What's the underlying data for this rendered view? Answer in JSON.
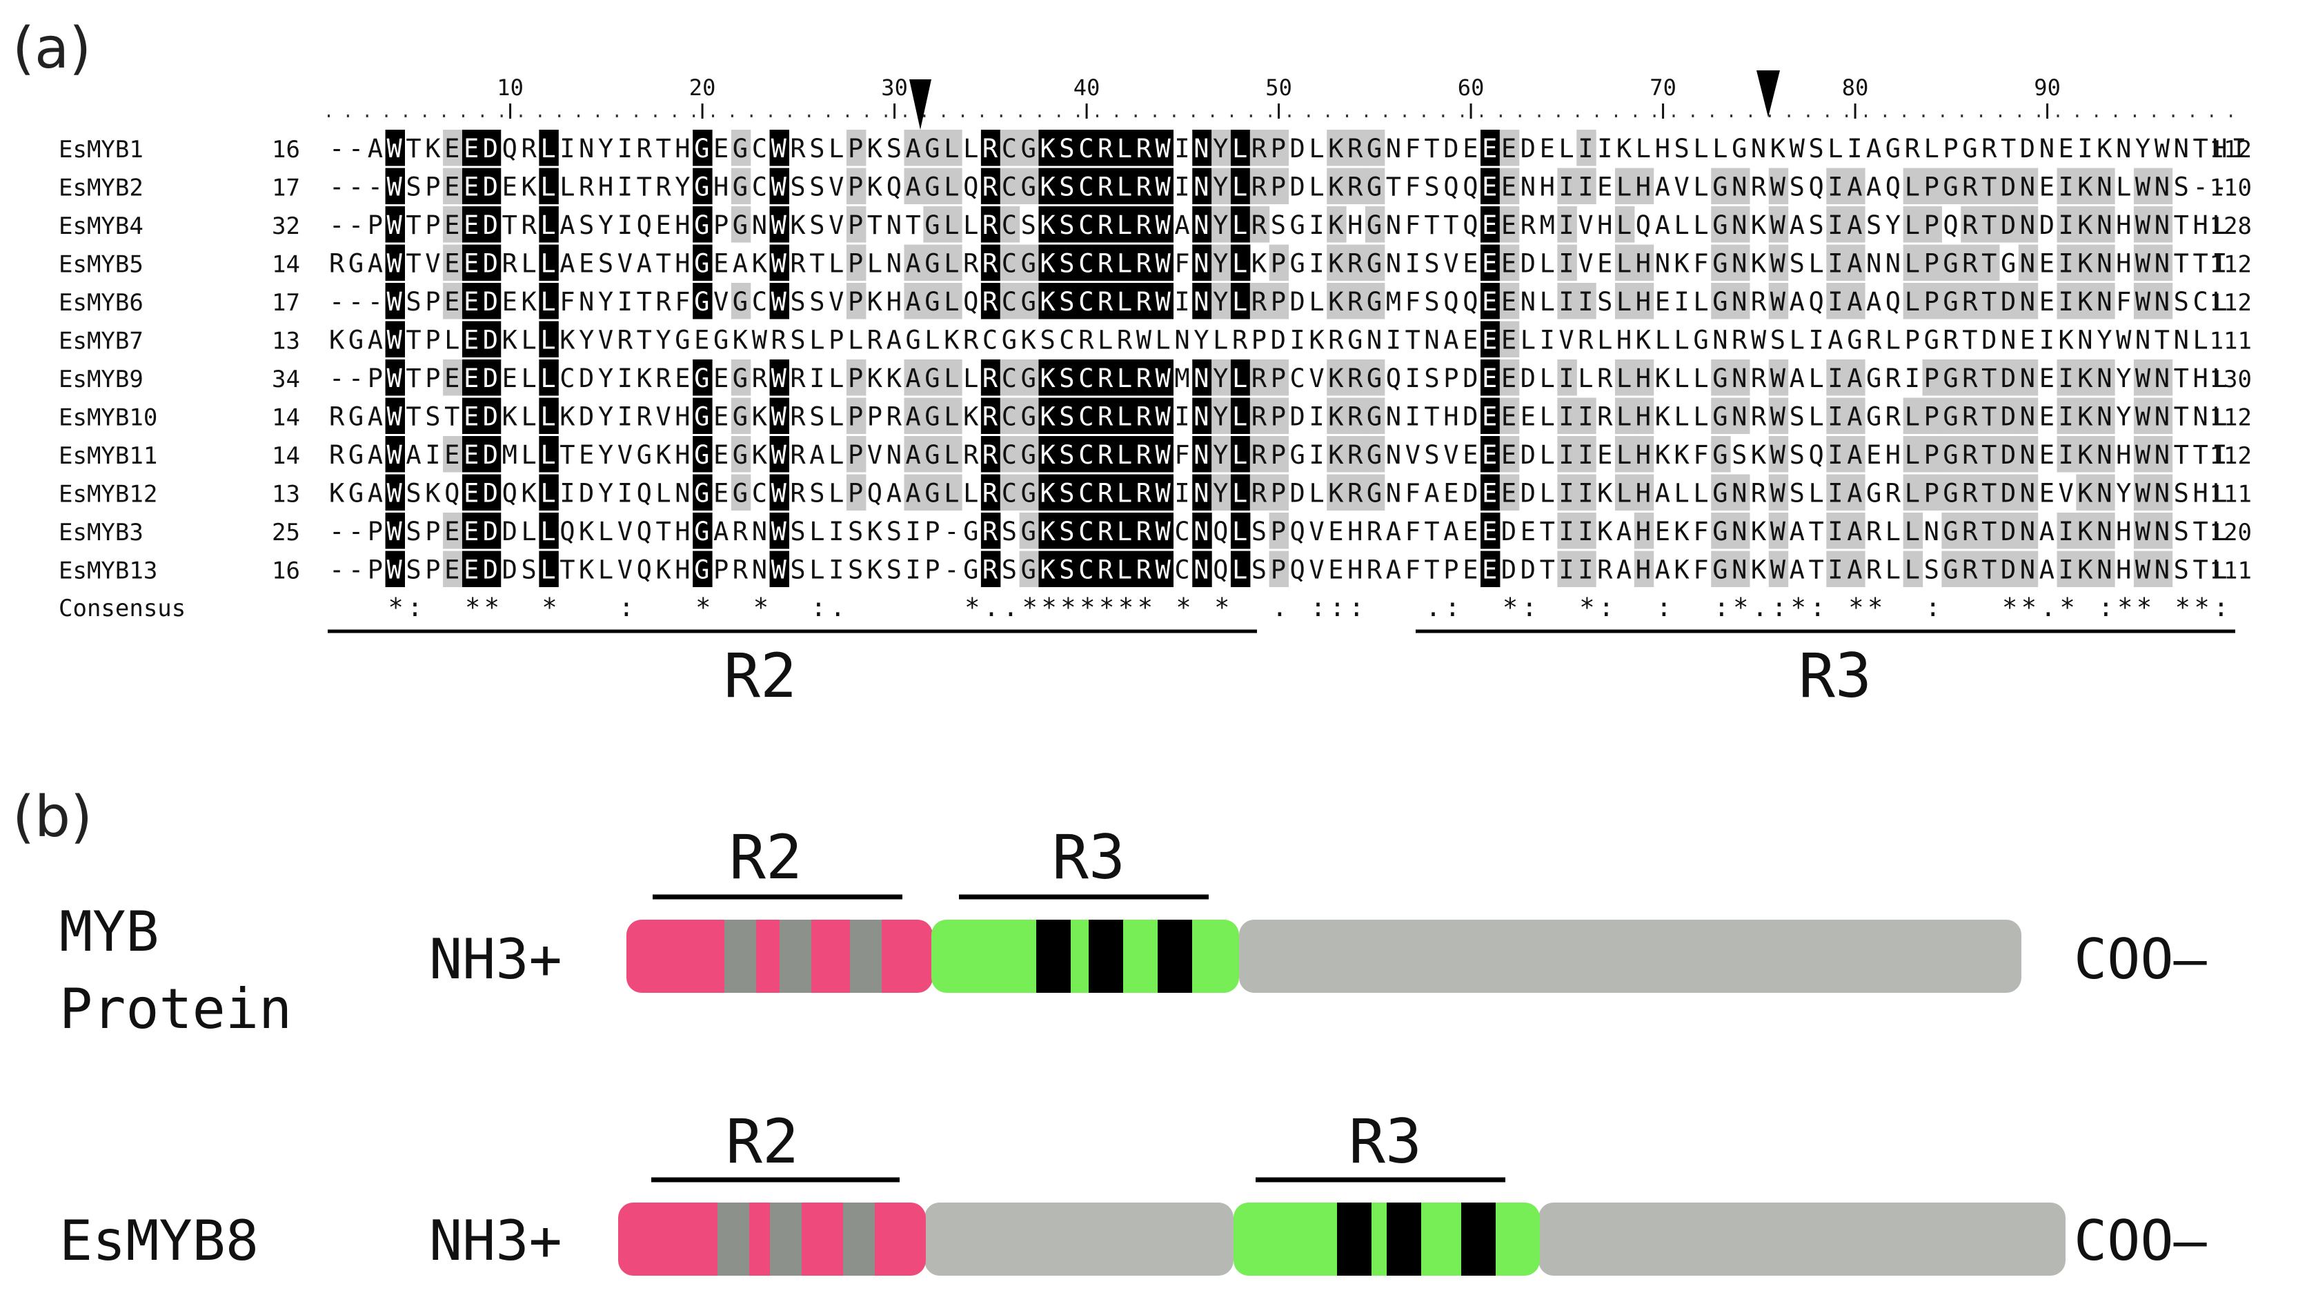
{
  "panel_a": {
    "label": "(a)",
    "ruler_ticks": [
      "10",
      "20",
      "30",
      "40",
      "50",
      "60",
      "70",
      "80",
      "90"
    ],
    "rows": [
      {
        "name": "EsMYB1",
        "start": "16",
        "seq": "--AWTKEEDQRLINYIRTHGEGCWRSLPKSAGLLRCGKSCRLRWINYLRPDLKRGNFTDEEEDELIIKLHSLLGNKWSLIAGRLPGRTDNEIKNYWNTHI",
        "end": "112"
      },
      {
        "name": "EsMYB2",
        "start": "17",
        "seq": "---WSPEEDEKLLRHITRYGHGCWSSVPKQAGLQRCGKSCRLRWINYLRPDLKRGTFSQQEENHIIELHAVLGNRWSQIAAQLPGRTDNEIKNLWNS--",
        "end": "110"
      },
      {
        "name": "EsMYB4",
        "start": "32",
        "seq": "--PWTPEEDTRLASYIQEHGPGNWKSVPTNTGLLRCSKSCRLRWANYLRSGIKHGNFTTQEERMIVHLQALLGNKWASIASYLPQRTDNDIKNHWNTHL",
        "end": "128"
      },
      {
        "name": "EsMYB5",
        "start": "14",
        "seq": "RGAWTVEEDRLLAESVATHGEAKWRTLPLNAGLRRCGKSCRLRWFNYLKPGIKRGNISVEEEDLIVELHNKFGNKWSLIANNLPGRTGNEIKNHWNTTI",
        "end": "112"
      },
      {
        "name": "EsMYB6",
        "start": "17",
        "seq": "---WSPEEDEKLFNYITRFGVGCWSSVPKHAGLQRCGKSCRLRWINYLRPDLKRGMFSQQEENLIISLHEILGNRWAQIAAQLPGRTDNEIKNFWNSCL",
        "end": "112"
      },
      {
        "name": "EsMYB7",
        "start": "13",
        "seq": "KGAWTPLEDKLLKYVRTYGEGKWRSLPLRAGLKRCGKSCRLRWLNYLRPDIKRGNITNAEEELIVRLHKLLGNRWSLIAGRLPGRTDNEIKNYWNTNL",
        "end": "111"
      },
      {
        "name": "EsMYB9",
        "start": "34",
        "seq": "--PWTPEEDELLCDYIKREGEGRWRILPKKAGLLRCGKSCRLRWMNYLRPCVKRGQISPDEEDLILRLHKLLGNRWALIAGRIPGRTDNEIKNYWNTHL",
        "end": "130"
      },
      {
        "name": "EsMYB10",
        "start": "14",
        "seq": "RGAWTSTEDKLLKDYIRVHGEGKWRSLPPRAGLKRCGKSCRLRWINYLRPDIKRGNITHDEEELIIRLHKLLGNRWSLIAGRLPGRTDNEIKNYWNTNL",
        "end": "112"
      },
      {
        "name": "EsMYB11",
        "start": "14",
        "seq": "RGAWAIEEDMLLTEYVGKHGEGKWRALPVNAGLRRCGKSCRLRWFNYLRPGIKRGNVSVEEEDLIIELHKKFGSKWSQIAEHLPGRTDNEIKNHWNTTI",
        "end": "112"
      },
      {
        "name": "EsMYB12",
        "start": "13",
        "seq": "KGAWSKQEDQKLIDYIQLNGEGCWRSLPQAAGLLRCGKSCRLRWINYLRPDLKRGNFAEDEEDLIIKLHALLGNRWSLIAGRLPGRTDNEVKNYWNSHL",
        "end": "111"
      },
      {
        "name": "EsMYB3",
        "start": "25",
        "seq": "--PWSPEEDDLLQKLVQTHGARNWSLISKSIP-GRSGKSCRLRWCNQLSPQVEHRAFTAEEDETIIKAHEKFGNKWATIARLLNGRTDNAIKNHWNSTL",
        "end": "120"
      },
      {
        "name": "EsMYB13",
        "start": "16",
        "seq": "--PWSPEEDDSLTKLVQKHGPRNWSLISKSIP-GRSGKSCRLRWCNQLSPQVEHRAFTPEEDDTIIRAHAKFGNKWATIARLLSGRTDNAIKNHWNSTL",
        "end": "111"
      }
    ],
    "consensus_label": "Consensus",
    "consensus": "   *:  **  *   :   *  *  :.      *..******* * *  . :::   .:  *:  *:  :  :*.:*: **  :   **.* :** **:  ",
    "region_r2": "R2",
    "region_r3": "R3"
  },
  "panel_b": {
    "label": "(b)",
    "proteins": [
      {
        "name_line1": "MYB",
        "name_line2": "Protein",
        "n_term": "NH3+",
        "c_term": "COO–",
        "r2": "R2",
        "r3": "R3"
      },
      {
        "name_line1": "EsMYB8",
        "name_line2": "",
        "n_term": "NH3+",
        "c_term": "COO–",
        "r2": "R2",
        "r3": "R3"
      }
    ]
  },
  "colors": {
    "r2_domain": "#ee4b7c",
    "r2_stripe": "#8c918c",
    "r3_domain": "#77ee55",
    "r3_stripe": "#000000",
    "linker": "#b5b8b3",
    "conserved_black": "#000000",
    "conserved_grey": "#c9c9c9"
  }
}
